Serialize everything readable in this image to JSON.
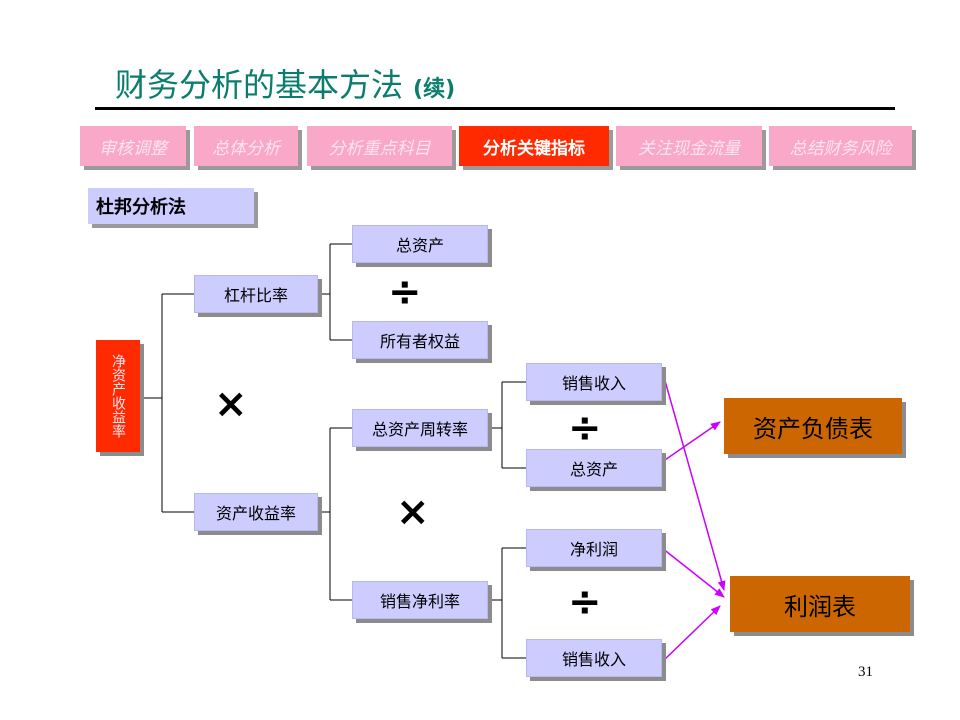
{
  "header": {
    "title": "财务分析的基本方法",
    "title_suffix": "(续)"
  },
  "tabs": [
    {
      "label": "审核调整",
      "active": false
    },
    {
      "label": "总体分析",
      "active": false
    },
    {
      "label": "分析重点科目",
      "active": false
    },
    {
      "label": "分析关键指标",
      "active": true
    },
    {
      "label": "关注现金流量",
      "active": false
    },
    {
      "label": "总结财务风险",
      "active": false
    }
  ],
  "method_label": "杜邦分析法",
  "diagram": {
    "root": "净资产收益率",
    "leverage": "杠杆比率",
    "total_assets_1": "总资产",
    "owners_equity": "所有者权益",
    "roa": "资产收益率",
    "asset_turnover": "总资产周转率",
    "sales_1": "销售收入",
    "total_assets_2": "总资产",
    "net_margin": "销售净利率",
    "net_profit": "净利润",
    "sales_2": "销售收入",
    "balance_sheet": "资产负债表",
    "income_statement": "利润表",
    "op_divide": "÷",
    "op_multiply": "×"
  },
  "colors": {
    "title": "#0b7d6e",
    "tab_inactive": "#f9a8c8",
    "tab_active": "#ff2a00",
    "node": "#ccccff",
    "result": "#cc6600",
    "arrow": "#cc00ff"
  },
  "page_number": "31"
}
